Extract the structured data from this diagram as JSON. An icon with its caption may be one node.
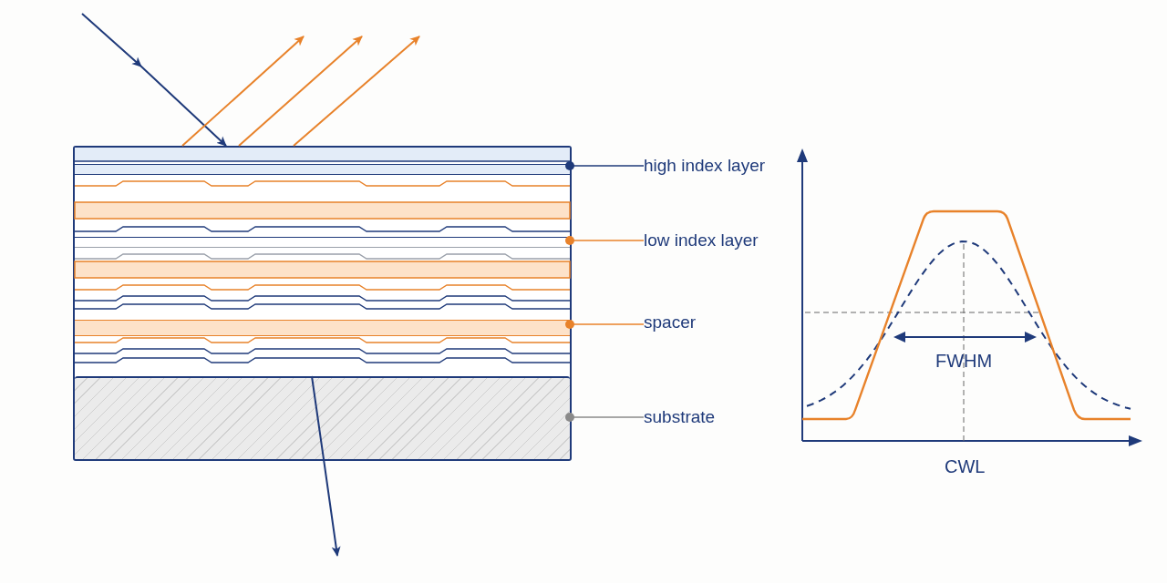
{
  "diagram": {
    "nodes": [
      {
        "text": [],
        "shape": "box"
      },
      {
        "text": [],
        "shape": "bar",
        "in": 0
      },
      {
        "text": [],
        "shape": "bar",
        "in": 0
      },
      {
        "text": [],
        "shape": "bar",
        "in": 0
      },
      {
        "text": [],
        "shape": "box",
        "in": 0
      },
      {
        "text": [
          "high index layer"
        ]
      },
      {
        "text": [
          "low index layer"
        ]
      },
      {
        "text": [
          "spacer"
        ]
      },
      {
        "text": [
          "substrate"
        ]
      }
    ],
    "edges": [
      {
        "from": null,
        "to": 0,
        "arrow": "to",
        "color": "#1f3a7a"
      },
      {
        "from": 0,
        "to": null,
        "arrow": "to",
        "color": "#e8822a"
      },
      {
        "from": 0,
        "to": null,
        "arrow": "to",
        "color": "#e8822a"
      },
      {
        "from": 0,
        "to": null,
        "arrow": "to",
        "color": "#e8822a"
      },
      {
        "from": 4,
        "to": null,
        "arrow": "to",
        "color": "#1f3a7a"
      },
      {
        "from": 5,
        "to": 1,
        "arrow": "other",
        "color": "#1f3a7a"
      },
      {
        "from": 6,
        "to": 2,
        "arrow": "other",
        "color": "#e8822a"
      },
      {
        "from": 7,
        "to": 3,
        "arrow": "other",
        "color": "#e8822a"
      },
      {
        "from": 8,
        "to": 4,
        "arrow": "other",
        "color": "#8a8a8a"
      }
    ],
    "labels": [
      "FWHM",
      "CWL"
    ]
  }
}
